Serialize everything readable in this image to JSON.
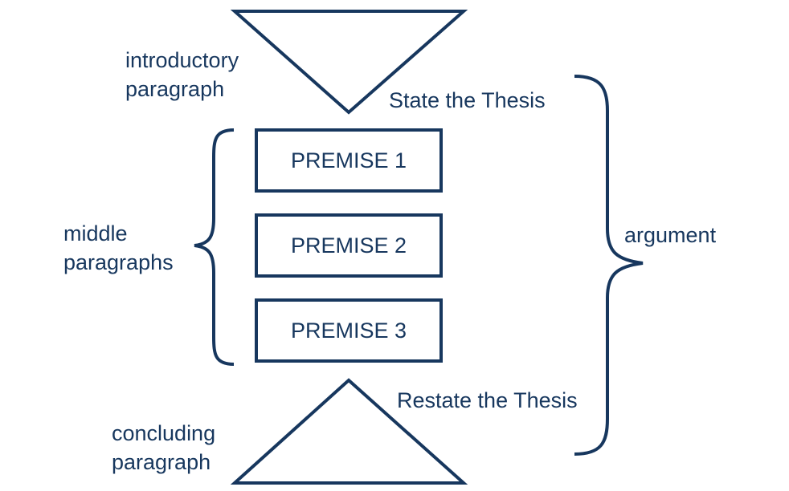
{
  "labels": {
    "introductory": [
      "introductory",
      "paragraph"
    ],
    "middle": [
      "middle",
      "paragraphs"
    ],
    "concluding": [
      "concluding",
      "paragraph"
    ],
    "state_thesis": "State the Thesis",
    "restate_thesis": "Restate the Thesis",
    "argument": "argument"
  },
  "premises": [
    "PREMISE 1",
    "PREMISE 2",
    "PREMISE 3"
  ],
  "colors": {
    "stroke": "#17375e",
    "text": "#17375e",
    "background": "#ffffff"
  }
}
